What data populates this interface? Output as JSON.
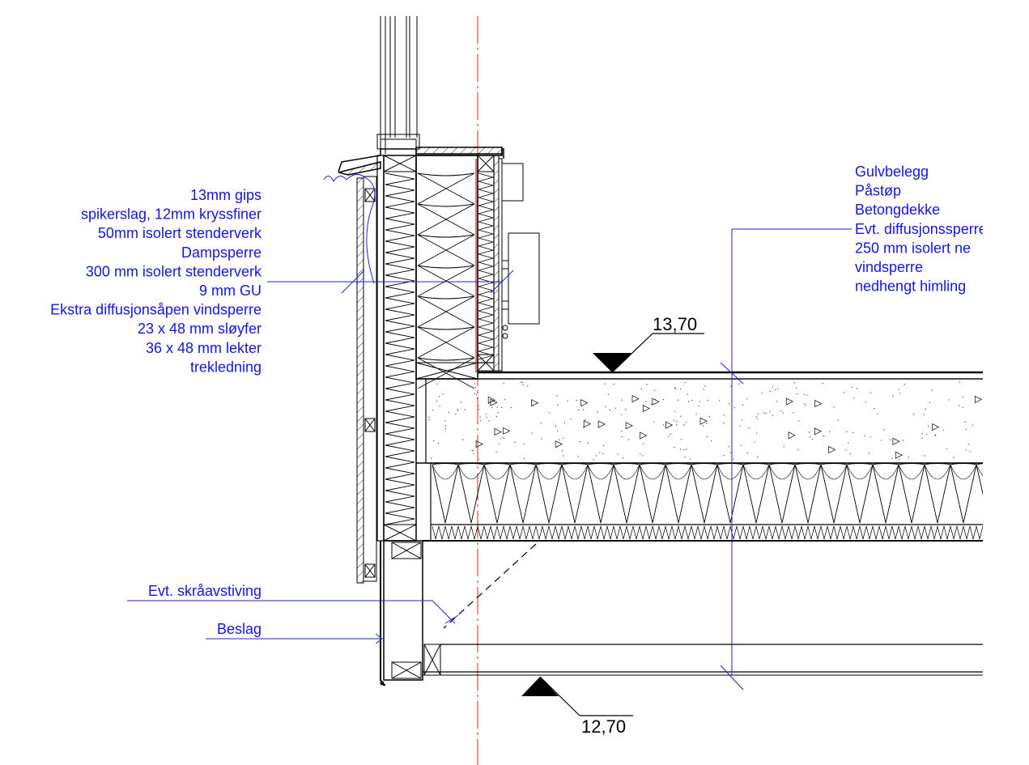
{
  "wall_labels": [
    "13mm gips",
    "spikerslag, 12mm kryssfiner",
    "50mm isolert stenderverk",
    "Dampsperre",
    "300 mm isolert stenderverk",
    "9 mm GU",
    "Ekstra diffusjonsåpen vindsperre",
    "23 x 48 mm sløyfer",
    "36 x 48 mm lekter",
    "trekledning"
  ],
  "floor_labels": [
    "Gulvbelegg",
    "Påstøp",
    "Betongdekke",
    "Evt. diffusjonssperre",
    "250 mm isolert ne",
    "vindsperre",
    "nedhengt himling"
  ],
  "bracing_label": "Evt. skråavstiving",
  "fitting_label": "Beslag",
  "elevations": {
    "upper": "13,70",
    "lower": "12,70"
  },
  "colors": {
    "annotation": "#1414e6",
    "centerline": "#d82020",
    "linework": "#000000"
  }
}
